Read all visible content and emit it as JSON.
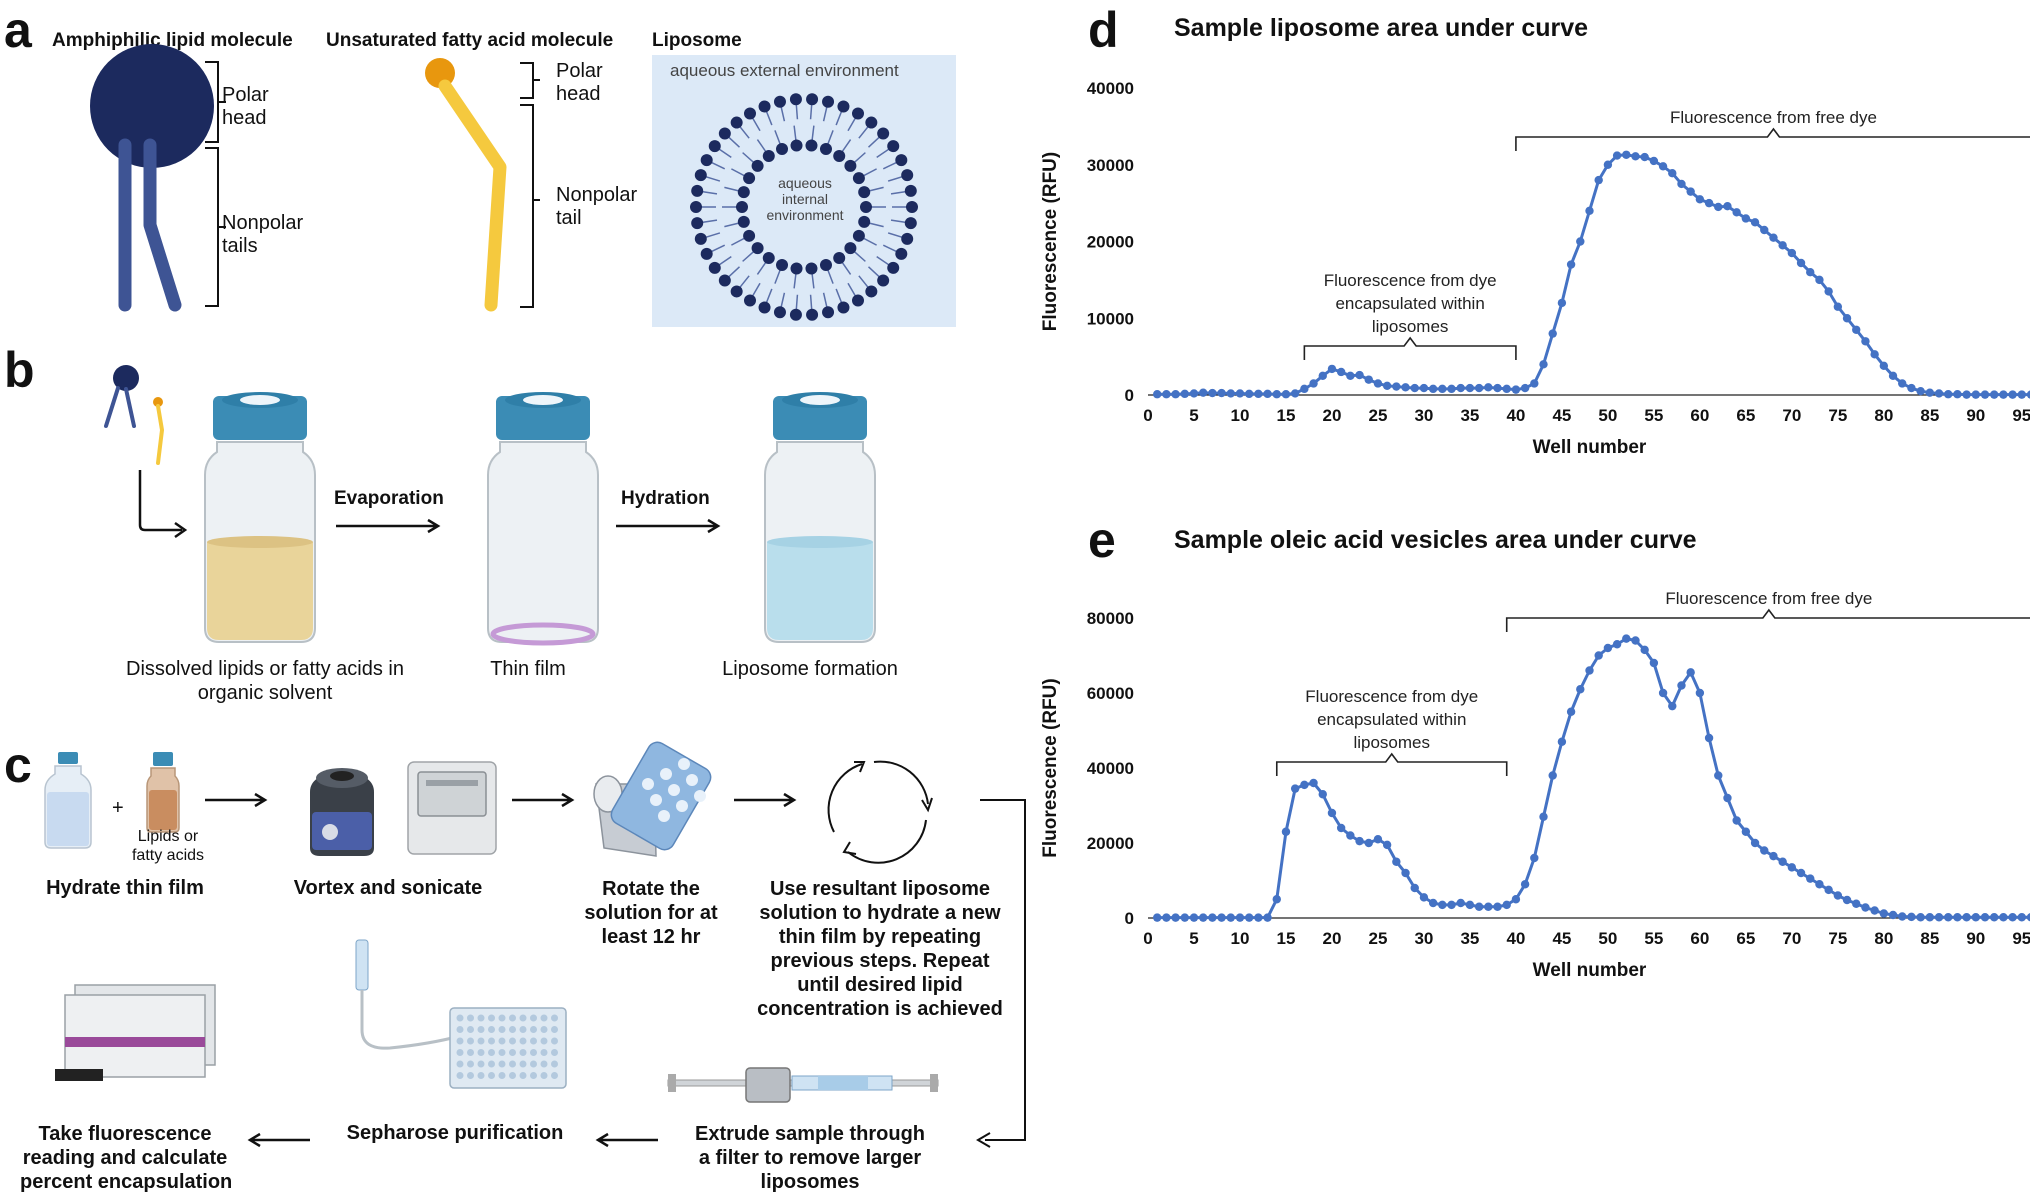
{
  "panel_labels": {
    "a": "a",
    "b": "b",
    "c": "c",
    "d": "d",
    "e": "e"
  },
  "panel_a": {
    "lipid_title": "Amphiphilic lipid molecule",
    "lipid_head_label": "Polar\nhead",
    "lipid_tail_label": "Nonpolar\ntails",
    "fatty_title": "Unsaturated fatty acid molecule",
    "fatty_head_label": "Polar\nhead",
    "fatty_tail_label": "Nonpolar\ntail",
    "liposome_title": "Liposome",
    "external_label": "aqueous external environment",
    "internal_label": "aqueous\ninternal\nenvironment",
    "colors": {
      "lipid_head": "#1c2a5e",
      "lipid_tail": "#3e5494",
      "fatty_head": "#e8970e",
      "fatty_tail": "#f5c93e",
      "liposome_bg": "#dce9f7"
    }
  },
  "panel_b": {
    "vial1_caption": "Dissolved lipids or fatty acids in\norganic solvent",
    "arrow1_label": "Evaporation",
    "vial2_caption": "Thin film",
    "arrow2_label": "Hydration",
    "vial3_caption": "Liposome formation",
    "colors": {
      "cap": "#3b8cb5",
      "solvent": "#e9d49a",
      "film": "#c59ad6",
      "water": "#b9deec"
    }
  },
  "panel_c": {
    "plus": "+",
    "lipids_label": "Lipids or\nfatty acids",
    "step1": "Hydrate thin film",
    "step2": "Vortex and sonicate",
    "step3": "Rotate the\nsolution for at\nleast 12 hr",
    "step4": "Use resultant liposome\nsolution to hydrate a new\nthin film by repeating\nprevious steps. Repeat\nuntil desired lipid\nconcentration is achieved",
    "step5": "Extrude sample through\na filter to remove larger\nliposomes",
    "step6": "Sepharose purification",
    "step7": "Take fluorescence\nreading and calculate\npercent encapsulation"
  },
  "chart_data": [
    {
      "type": "line",
      "title": "Sample liposome area under curve",
      "xlabel": "Well number",
      "ylabel": "Fluorescence (RFU)",
      "xlim": [
        0,
        96
      ],
      "ylim": [
        0,
        40000
      ],
      "xticks": [
        0,
        5,
        10,
        15,
        20,
        25,
        30,
        35,
        40,
        45,
        50,
        55,
        60,
        65,
        70,
        75,
        80,
        85,
        90,
        95
      ],
      "yticks": [
        0,
        10000,
        20000,
        30000,
        40000
      ],
      "ytick_labels": [
        "0",
        "10000",
        "20000",
        "30000",
        "40000"
      ],
      "color": "#4472c4",
      "annotations": [
        {
          "text": "Fluorescence from dye\nencapsulated within\nliposomes",
          "x_from": 17,
          "x_to": 40
        },
        {
          "text": "Fluorescence from free dye",
          "x_from": 40,
          "x_to": 96
        }
      ],
      "x": [
        1,
        2,
        3,
        4,
        5,
        6,
        7,
        8,
        9,
        10,
        11,
        12,
        13,
        14,
        15,
        16,
        17,
        18,
        19,
        20,
        21,
        22,
        23,
        24,
        25,
        26,
        27,
        28,
        29,
        30,
        31,
        32,
        33,
        34,
        35,
        36,
        37,
        38,
        39,
        40,
        41,
        42,
        43,
        44,
        45,
        46,
        47,
        48,
        49,
        50,
        51,
        52,
        53,
        54,
        55,
        56,
        57,
        58,
        59,
        60,
        61,
        62,
        63,
        64,
        65,
        66,
        67,
        68,
        69,
        70,
        71,
        72,
        73,
        74,
        75,
        76,
        77,
        78,
        79,
        80,
        81,
        82,
        83,
        84,
        85,
        86,
        87,
        88,
        89,
        90,
        91,
        92,
        93,
        94,
        95,
        96
      ],
      "values": [
        100,
        100,
        100,
        150,
        200,
        300,
        250,
        250,
        200,
        200,
        150,
        150,
        150,
        100,
        100,
        200,
        800,
        1500,
        2500,
        3400,
        3000,
        2500,
        2600,
        2000,
        1500,
        1200,
        1100,
        1000,
        900,
        900,
        800,
        800,
        800,
        900,
        900,
        900,
        1000,
        900,
        800,
        700,
        900,
        1500,
        4000,
        8000,
        12000,
        17000,
        20000,
        24000,
        28000,
        30000,
        31200,
        31300,
        31100,
        31000,
        30500,
        29800,
        28900,
        27500,
        26500,
        25500,
        25000,
        24500,
        24600,
        23800,
        23000,
        22500,
        21500,
        20500,
        19500,
        18500,
        17200,
        16000,
        15000,
        13500,
        11500,
        10000,
        8500,
        7000,
        5300,
        3800,
        2500,
        1500,
        900,
        500,
        300,
        200,
        100,
        100,
        50,
        50,
        50,
        50,
        50,
        50,
        50,
        50
      ]
    },
    {
      "type": "line",
      "title": "Sample oleic acid vesicles area under curve",
      "xlabel": "Well number",
      "ylabel": "Fluorescence (RFU)",
      "xlim": [
        0,
        96
      ],
      "ylim": [
        0,
        80000
      ],
      "xticks": [
        0,
        5,
        10,
        15,
        20,
        25,
        30,
        35,
        40,
        45,
        50,
        55,
        60,
        65,
        70,
        75,
        80,
        85,
        90,
        95
      ],
      "yticks": [
        0,
        20000,
        40000,
        60000,
        80000
      ],
      "ytick_labels": [
        "0",
        "20000",
        "40000",
        "60000",
        "80000"
      ],
      "color": "#4472c4",
      "annotations": [
        {
          "text": "Fluorescence from dye\nencapsulated within\nliposomes",
          "x_from": 14,
          "x_to": 39
        },
        {
          "text": "Fluorescence from free dye",
          "x_from": 39,
          "x_to": 96
        }
      ],
      "x": [
        1,
        2,
        3,
        4,
        5,
        6,
        7,
        8,
        9,
        10,
        11,
        12,
        13,
        14,
        15,
        16,
        17,
        18,
        19,
        20,
        21,
        22,
        23,
        24,
        25,
        26,
        27,
        28,
        29,
        30,
        31,
        32,
        33,
        34,
        35,
        36,
        37,
        38,
        39,
        40,
        41,
        42,
        43,
        44,
        45,
        46,
        47,
        48,
        49,
        50,
        51,
        52,
        53,
        54,
        55,
        56,
        57,
        58,
        59,
        60,
        61,
        62,
        63,
        64,
        65,
        66,
        67,
        68,
        69,
        70,
        71,
        72,
        73,
        74,
        75,
        76,
        77,
        78,
        79,
        80,
        81,
        82,
        83,
        84,
        85,
        86,
        87,
        88,
        89,
        90,
        91,
        92,
        93,
        94,
        95,
        96
      ],
      "values": [
        100,
        100,
        100,
        100,
        100,
        100,
        100,
        100,
        100,
        100,
        100,
        100,
        100,
        5000,
        23000,
        34500,
        35500,
        36000,
        33000,
        28000,
        24000,
        22000,
        20500,
        20000,
        21000,
        19500,
        15000,
        12000,
        8000,
        5500,
        4000,
        3500,
        3500,
        4000,
        3500,
        3000,
        3000,
        3000,
        3500,
        5000,
        9000,
        16000,
        27000,
        38000,
        47000,
        55000,
        61000,
        66000,
        70000,
        72000,
        73000,
        74500,
        74000,
        71500,
        68000,
        60000,
        56500,
        62000,
        65500,
        60000,
        48000,
        38000,
        32000,
        26000,
        23000,
        20000,
        18000,
        16500,
        15000,
        13500,
        12000,
        10500,
        9000,
        7500,
        6000,
        4800,
        3800,
        2800,
        2000,
        1200,
        800,
        400,
        300,
        200,
        200,
        200,
        200,
        200,
        200,
        200,
        200,
        200,
        200,
        200,
        200,
        200
      ]
    }
  ]
}
